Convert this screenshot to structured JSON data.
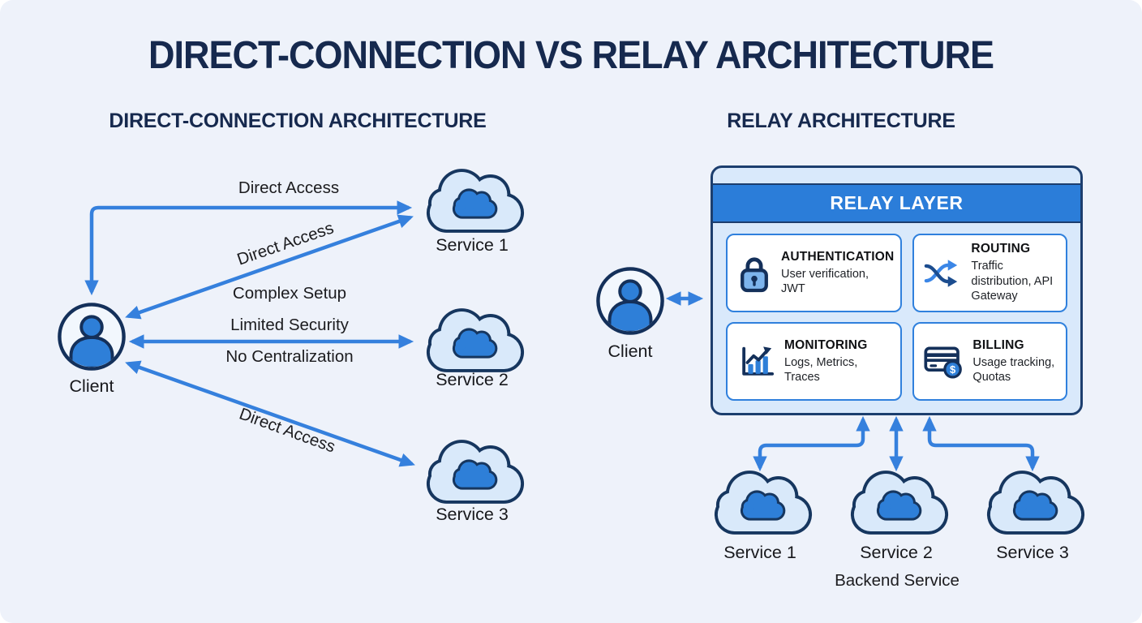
{
  "title": "DIRECT-CONNECTION VS RELAY ARCHITECTURE",
  "left": {
    "heading": "DIRECT-CONNECTION ARCHITECTURE",
    "client_label": "Client",
    "services": [
      "Service 1",
      "Service 2",
      "Service 3"
    ],
    "edges": {
      "top": "Direct Access",
      "diag_upper": "Direct Access",
      "complex_setup": "Complex Setup",
      "limited_security": "Limited Security",
      "no_centralization": "No Centralization",
      "diag_lower": "Direct Access"
    }
  },
  "right": {
    "heading": "RELAY ARCHITECTURE",
    "client_label": "Client",
    "relay": {
      "title": "RELAY LAYER",
      "cards": [
        {
          "icon": "lock-icon",
          "title": "AUTHENTICATION",
          "subtitle": "User verification, JWT"
        },
        {
          "icon": "shuffle-icon",
          "title": "ROUTING",
          "subtitle": "Traffic distribution, API Gateway"
        },
        {
          "icon": "bar-chart-icon",
          "title": "MONITORING",
          "subtitle": "Logs, Metrics, Traces"
        },
        {
          "icon": "credit-card-icon",
          "title": "BILLING",
          "subtitle": "Usage tracking, Quotas",
          "badge": "$"
        }
      ]
    },
    "services": [
      "Service 1",
      "Service 2",
      "Service 3"
    ],
    "backend_label": "Backend Service"
  },
  "colors": {
    "background": "#eef2fa",
    "navy_text": "#16294e",
    "arrow_blue": "#3580dd",
    "cloud_outline": "#16365f",
    "cloud_fill": "#d9e9fa",
    "cloud_inner": "#2e7fd8",
    "relay_header_bg": "#2b7dd9",
    "relay_box_bg": "#d9e9fb",
    "card_border": "#2f80dd"
  }
}
